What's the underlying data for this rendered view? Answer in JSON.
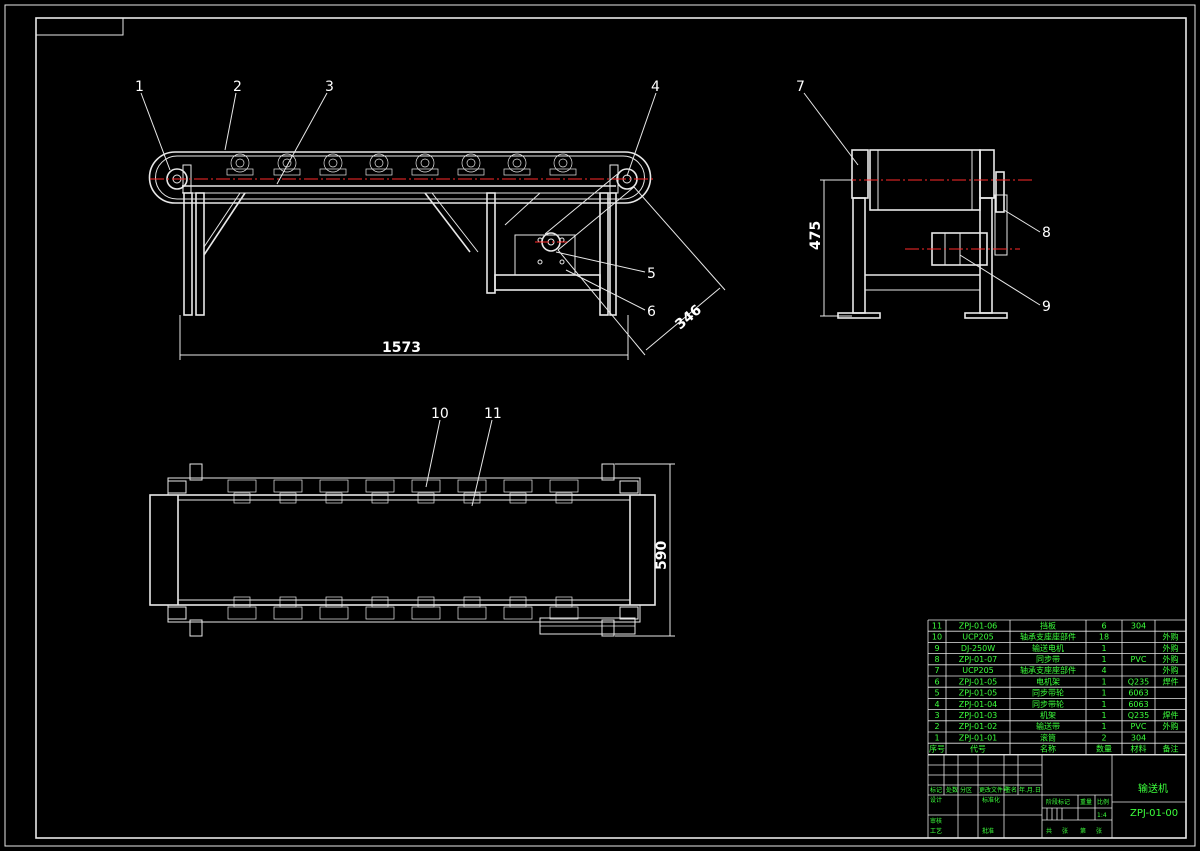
{
  "balloons": {
    "b1": "1",
    "b2": "2",
    "b3": "3",
    "b4": "4",
    "b5": "5",
    "b6": "6",
    "b7": "7",
    "b8": "8",
    "b9": "9",
    "b10": "10",
    "b11": "11"
  },
  "dimensions": {
    "length": "1573",
    "diag": "346",
    "height": "475",
    "width": "590"
  },
  "bom": {
    "rows": [
      {
        "no": "11",
        "code": "ZPJ-01-06",
        "name": "挡板",
        "qty": "6",
        "mat": "304",
        "note": ""
      },
      {
        "no": "10",
        "code": "UCP205",
        "name": "轴承支座座部件",
        "qty": "18",
        "mat": "",
        "note": "外购"
      },
      {
        "no": "9",
        "code": "DJ-250W",
        "name": "输送电机",
        "qty": "1",
        "mat": "",
        "note": "外购"
      },
      {
        "no": "8",
        "code": "ZPJ-01-07",
        "name": "同步带",
        "qty": "1",
        "mat": "PVC",
        "note": "外购"
      },
      {
        "no": "7",
        "code": "UCP205",
        "name": "轴承支座座部件",
        "qty": "4",
        "mat": "",
        "note": "外购"
      },
      {
        "no": "6",
        "code": "ZPJ-01-05",
        "name": "电机架",
        "qty": "1",
        "mat": "Q235",
        "note": "焊件"
      },
      {
        "no": "5",
        "code": "ZPJ-01-05",
        "name": "同步带轮",
        "qty": "1",
        "mat": "6063",
        "note": ""
      },
      {
        "no": "4",
        "code": "ZPJ-01-04",
        "name": "同步带轮",
        "qty": "1",
        "mat": "6063",
        "note": ""
      },
      {
        "no": "3",
        "code": "ZPJ-01-03",
        "name": "机架",
        "qty": "1",
        "mat": "Q235",
        "note": "焊件"
      },
      {
        "no": "2",
        "code": "ZPJ-01-02",
        "name": "输送带",
        "qty": "1",
        "mat": "PVC",
        "note": "外购"
      },
      {
        "no": "1",
        "code": "ZPJ-01-01",
        "name": "滚筒",
        "qty": "2",
        "mat": "304",
        "note": ""
      }
    ],
    "header": {
      "no": "序号",
      "code": "代号",
      "name": "名称",
      "qty": "数量",
      "mat": "材料",
      "note": "备注"
    }
  },
  "title_block": {
    "title": "输送机",
    "drawing_no": "ZPJ-01-00",
    "scale": "1:4",
    "biaoji": "标记",
    "chushu": "处数",
    "fenqu": "分区",
    "gengai": "更改文件号",
    "qianming": "签名",
    "nianyue": "年.月.日",
    "sheji": "设计",
    "biaozhunhua": "标准化",
    "jieduan": "阶段标记",
    "zhongliang": "重量",
    "bili": "比例",
    "shenhe": "审核",
    "gongyi": "工艺",
    "pizhun": "批准",
    "gong": "共",
    "zhang": "张",
    "di": "第"
  }
}
